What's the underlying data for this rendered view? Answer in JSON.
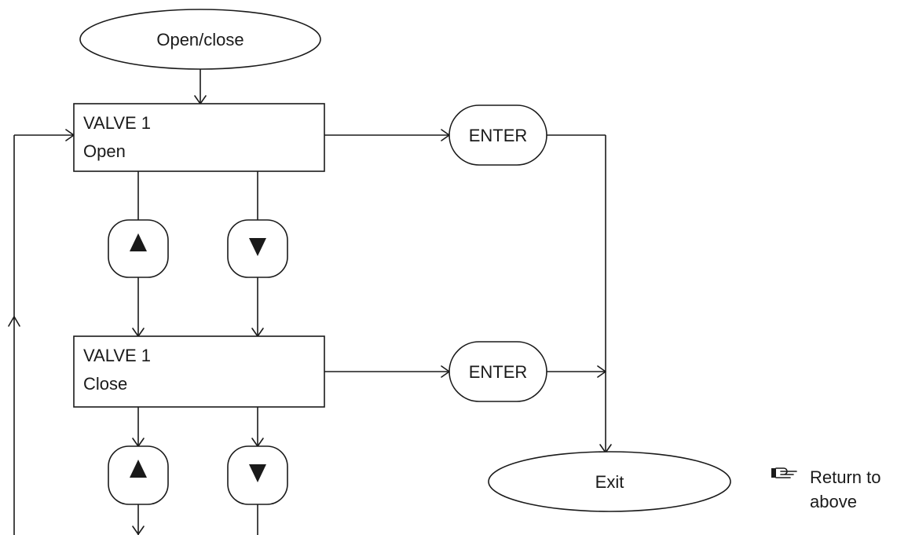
{
  "nodes": {
    "start": "Open/close",
    "state_open": {
      "line1": "VALVE 1",
      "line2": "Open"
    },
    "state_close": {
      "line1": "VALVE 1",
      "line2": "Close"
    },
    "enter_key_1": "ENTER",
    "enter_key_2": "ENTER",
    "exit": "Exit"
  },
  "keys": {
    "up": "up-triangle-icon",
    "down": "down-triangle-icon"
  },
  "note": {
    "icon": "pointing-hand-icon",
    "line1": "Return to",
    "line2": "above"
  }
}
